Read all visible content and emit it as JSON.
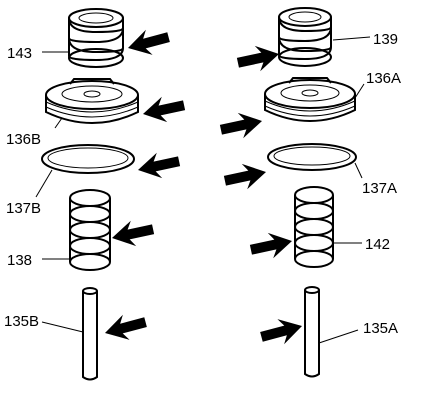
{
  "diagram": {
    "labels": {
      "l143": "143",
      "l139": "139",
      "l136B": "136B",
      "l136A": "136A",
      "l137B": "137B",
      "l137A": "137A",
      "l138": "138",
      "l142": "142",
      "l135B": "135B",
      "l135A": "135A"
    },
    "colors": {
      "line": "#000000",
      "background": "#ffffff",
      "arrow": "#000000"
    }
  }
}
